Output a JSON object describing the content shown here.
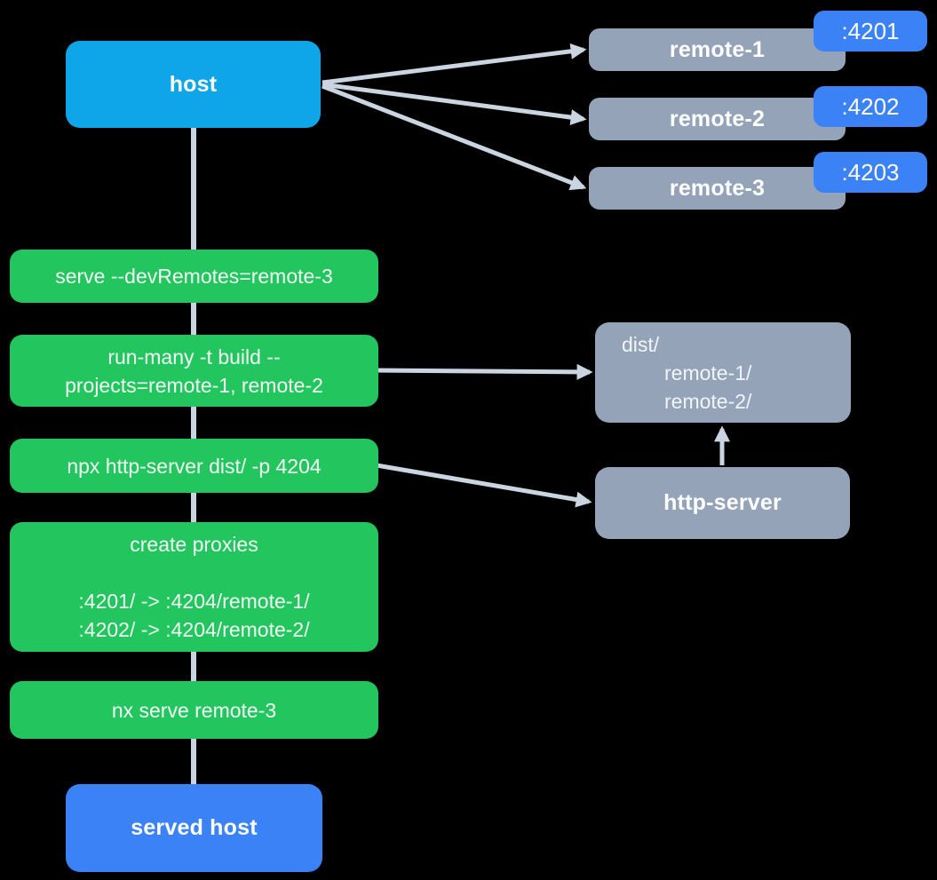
{
  "nodes": {
    "host": {
      "label": "host"
    },
    "remotes": [
      {
        "label": "remote-1",
        "port": ":4201"
      },
      {
        "label": "remote-2",
        "port": ":4202"
      },
      {
        "label": "remote-3",
        "port": ":4203"
      }
    ],
    "commands": [
      {
        "lines": [
          "serve --devRemotes=remote-3"
        ]
      },
      {
        "lines": [
          "run-many -t build --",
          "projects=remote-1, remote-2"
        ]
      },
      {
        "lines": [
          "npx http-server dist/ -p 4204"
        ]
      },
      {
        "lines": [
          "create proxies",
          "",
          ":4201/ -> :4204/remote-1/",
          ":4202/ -> :4204/remote-2/"
        ]
      },
      {
        "lines": [
          "nx serve remote-3"
        ]
      }
    ],
    "dist": {
      "lines": [
        "dist/",
        "remote-1/",
        "remote-2/"
      ]
    },
    "http_server": {
      "label": "http-server"
    },
    "served_host": {
      "label": "served host"
    }
  },
  "colors": {
    "host_box": "#0ea5e9",
    "remote_box": "#94a3b8",
    "command_box": "#22c55e",
    "port_badge": "#3b82f6",
    "served_host_box": "#3b82f6",
    "connector": "#cbd5e1",
    "text": "#ffffff",
    "background": "#000000"
  }
}
